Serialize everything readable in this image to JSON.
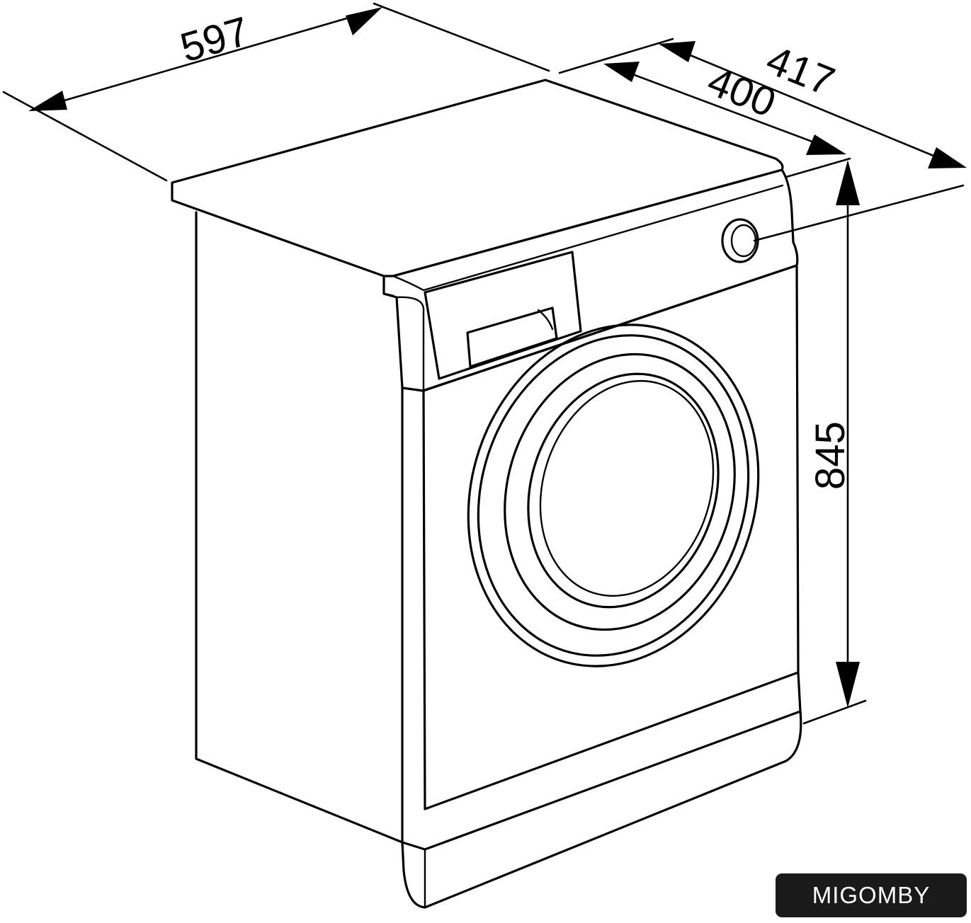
{
  "diagram": {
    "dimensions": {
      "width": "597",
      "depth_total": "417",
      "depth_body": "400",
      "height": "845"
    }
  },
  "brand": {
    "name": "MIGOMBY"
  },
  "colors": {
    "line": "#000000",
    "background": "#ffffff",
    "brand_bg": "#1a1a1a",
    "brand_text": "#ffffff"
  }
}
